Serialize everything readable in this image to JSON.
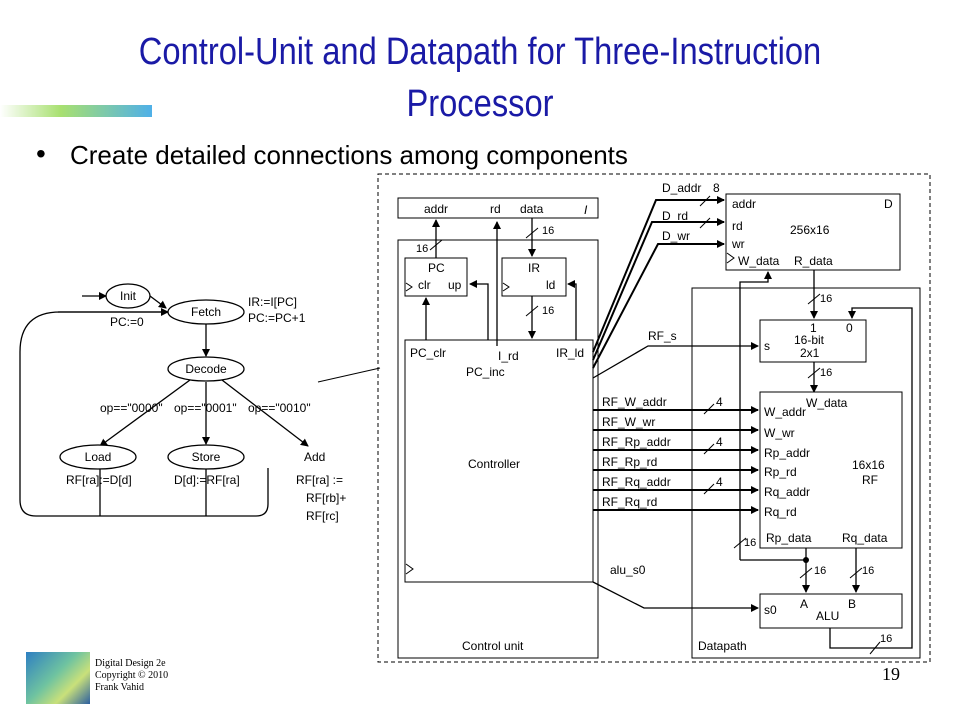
{
  "slide": {
    "title_line1": "Control-Unit and Datapath for Three-Instruction",
    "title_line2": "Processor",
    "bullet": "Create detailed connections among components",
    "page_number": "19"
  },
  "footer": {
    "line1": "Digital Design 2e",
    "line2": "Copyright © 2010",
    "line3": "Frank Vahid"
  },
  "fsm": {
    "states": {
      "init": "Init",
      "fetch": "Fetch",
      "decode": "Decode",
      "load": "Load",
      "store": "Store",
      "add": "Add"
    },
    "actions": {
      "init": "PC:=0",
      "fetch1": "IR:=I[PC]",
      "fetch2": "PC:=PC+1",
      "load": "RF[ra]:=D[d]",
      "store": "D[d]:=RF[ra]",
      "add1": "RF[ra] :=",
      "add2": "RF[rb]+",
      "add3": "RF[rc]"
    },
    "conditions": {
      "op0": "op==\"0000\"",
      "op1": "op==\"0001\"",
      "op2": "op==\"0010\""
    }
  },
  "imem": {
    "addr": "addr",
    "rd": "rd",
    "data": "data",
    "name": "I",
    "width": "16"
  },
  "pc": {
    "name": "PC",
    "clr": "clr",
    "up": "up",
    "width": "16"
  },
  "ir": {
    "name": "IR",
    "ld": "ld",
    "width": "16"
  },
  "controller": {
    "pc_clr": "PC_clr",
    "i_rd": "I_rd",
    "pc_inc": "PC_inc",
    "ir_ld": "IR_ld",
    "name": "Controller",
    "unit_label": "Control unit",
    "alu_s0": "alu_s0"
  },
  "dmem": {
    "addr": "addr",
    "rd": "rd",
    "wr": "wr",
    "name": "D",
    "size": "256x16",
    "w_data": "W_data",
    "r_data": "R_data",
    "d_addr": "D_addr",
    "d_addr_width": "8",
    "d_rd": "D_rd",
    "d_wr": "D_wr"
  },
  "mux": {
    "in1": "1",
    "in0": "0",
    "label1": "16-bit",
    "label2": "2x1",
    "sel": "s",
    "rf_s": "RF_s"
  },
  "rf": {
    "w_data": "W_data",
    "w_addr": "W_addr",
    "w_wr": "W_wr",
    "rp_addr": "Rp_addr",
    "rp_rd": "Rp_rd",
    "rq_addr": "Rq_addr",
    "rq_rd": "Rq_rd",
    "size": "16x16",
    "name": "RF",
    "rp_data": "Rp_data",
    "rq_data": "Rq_data"
  },
  "signals": {
    "rf_w_addr": "RF_W_addr",
    "rf_w_wr": "RF_W_wr",
    "rf_rp_addr": "RF_Rp_addr",
    "rf_rp_rd": "RF_Rp_rd",
    "rf_rq_addr": "RF_Rq_addr",
    "rf_rq_rd": "RF_Rq_rd",
    "addr_width": "4"
  },
  "alu": {
    "a": "A",
    "b": "B",
    "name": "ALU",
    "s0": "s0"
  },
  "datapath": {
    "label": "Datapath",
    "bus_width": "16"
  },
  "colors": {
    "title": "#1a1aa6",
    "lines": "#000000"
  }
}
